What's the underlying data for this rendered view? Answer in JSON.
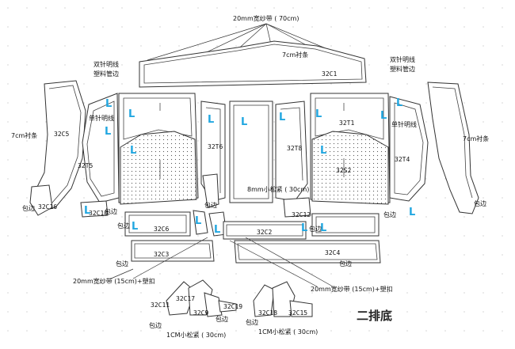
{
  "labels": {
    "top_band": "20mm宽纱带 ( 70cm)",
    "lining_7cm_top": "7cm衬条",
    "lining_7cm_left": "7cm衬条",
    "lining_7cm_right": "7cm衬条",
    "double_needle_left_1": "双针明线",
    "double_needle_left_2": "塑料管边",
    "double_needle_right_1": "双针明线",
    "double_needle_right_2": "塑料管边",
    "single_needle_left": "单针明线",
    "single_needle_right": "单针明线",
    "elastic_8mm": "8mm小松紧 ( 30cm)",
    "band_15_left": "20mm宽纱带 (15cm)+塑扣",
    "band_15_right": "20mm宽纱带 (15cm)+塑扣",
    "elastic_1cm_left": "1CM小松紧 ( 30cm)",
    "elastic_1cm_right": "1CM小松紧 ( 30cm)",
    "binding": "包边",
    "title": "二排底"
  },
  "codes": {
    "c1": "32C1",
    "c2": "32C2",
    "c3": "32C3",
    "c4": "32C4",
    "c5": "32C5",
    "c6": "32C6",
    "c9": "32C9",
    "c10": "32C10",
    "c11": "32C11",
    "c12": "32C12",
    "c15": "32C15",
    "c16": "32C16",
    "c17": "32C17",
    "c18": "32C18",
    "c19": "32C19",
    "t1": "32T1",
    "t4": "32T4",
    "t5": "32T5",
    "t6": "32T6",
    "t8": "32T8",
    "s2": "32S2"
  },
  "marker": "L"
}
